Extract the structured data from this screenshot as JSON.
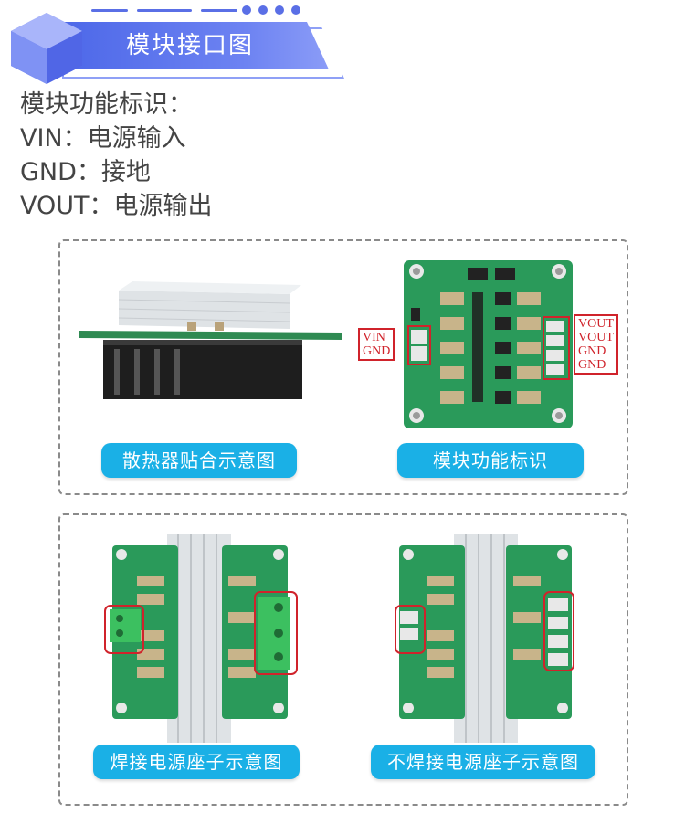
{
  "header": {
    "title": "模块接口图"
  },
  "info": {
    "lines": [
      "模块功能标识：",
      "VIN：电源输入",
      "GND：接地",
      "VOUT：电源输出"
    ]
  },
  "panels": {
    "top_left_caption": "散热器贴合示意图",
    "top_right_caption": "模块功能标识",
    "bottom_left_caption": "焊接电源座子示意图",
    "bottom_right_caption": "不焊接电源座子示意图"
  },
  "board_labels": {
    "input": [
      "VIN",
      "GND"
    ],
    "output": [
      "VOUT",
      "VOUT",
      "GND",
      "GND"
    ]
  },
  "colors": {
    "accent": "#5a6fe6",
    "pill": "#1ab0e6",
    "pcb": "#2a9a5a",
    "highlight": "#d0232b"
  }
}
